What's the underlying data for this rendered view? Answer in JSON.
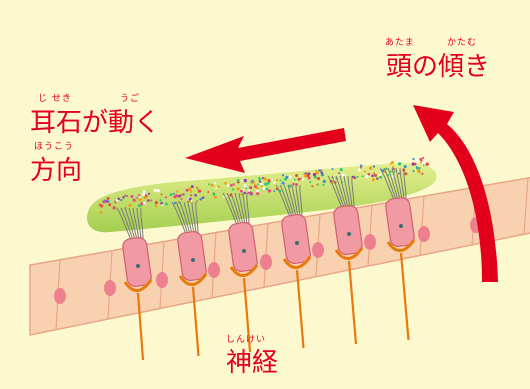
{
  "colors": {
    "background": "#fdf9cf",
    "label_red": "#e3001b",
    "arrow_red": "#e3001b",
    "tissue_fill": "#f8d2b0",
    "tissue_stroke": "#e9a585",
    "nucleus": "#ee7f8e",
    "hair_cell": "#f19aa3",
    "hair_cell_stroke": "#d0606f",
    "nerve_ending": "#e87a0c",
    "nerve_fiber": "#e87a0c",
    "gel_layer_light": "#e3ee8a",
    "gel_layer_dark": "#9fcd49",
    "cilia": "#7a7a7a"
  },
  "labels": {
    "head_tilt": {
      "ruby_1": "あたま",
      "ruby_2": "かたむ",
      "text": "頭の傾き"
    },
    "otolith_move": {
      "ruby_1": "じ せき",
      "ruby_2": "うご",
      "text": "耳石が動く"
    },
    "direction": {
      "ruby": "ほうこう",
      "text": "方向"
    },
    "nerve": {
      "ruby": "しんけい",
      "text": "神経"
    }
  },
  "icons": {
    "head_tilt_arrow": "curved-up-arrow",
    "otolith_move_arrow": "left-arrow"
  }
}
